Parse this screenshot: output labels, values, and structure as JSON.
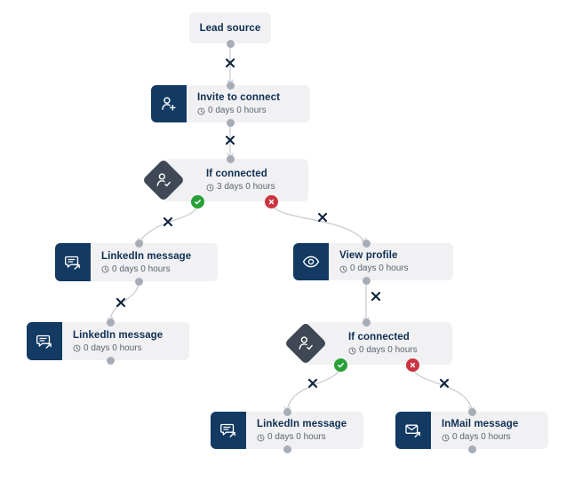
{
  "canvas": {
    "background": "#ffffff",
    "node_bg": "#f1f1f3",
    "icon_tile_color": "#123a63",
    "diamond_color": "#3f4854",
    "yes_color": "#28a038",
    "no_color": "#cc3340",
    "edge_color": "#c9ccd2",
    "title_color": "#0f2f52",
    "sub_color": "#5b6470"
  },
  "nodes": [
    {
      "id": "lead-source",
      "title": "Lead source",
      "subtitle": "",
      "icon": "",
      "type": "start"
    },
    {
      "id": "invite-to-connect",
      "title": "Invite to connect",
      "subtitle": "0 days 0 hours",
      "icon": "user-plus-icon",
      "type": "action"
    },
    {
      "id": "if-connected-1",
      "title": "If connected",
      "subtitle": "3 days 0 hours",
      "icon": "user-check-icon",
      "type": "condition"
    },
    {
      "id": "linkedin-message-1",
      "title": "LinkedIn message",
      "subtitle": "0 days 0 hours",
      "icon": "chat-bubble-arrow-icon",
      "type": "action"
    },
    {
      "id": "linkedin-message-2",
      "title": "LinkedIn message",
      "subtitle": "0 days 0 hours",
      "icon": "chat-bubble-arrow-icon",
      "type": "action"
    },
    {
      "id": "view-profile",
      "title": "View profile",
      "subtitle": "0 days 0 hours",
      "icon": "eye-icon",
      "type": "action"
    },
    {
      "id": "if-connected-2",
      "title": "If connected",
      "subtitle": "0 days 0 hours",
      "icon": "user-check-icon",
      "type": "condition"
    },
    {
      "id": "linkedin-message-3",
      "title": "LinkedIn message",
      "subtitle": "0 days 0 hours",
      "icon": "chat-bubble-arrow-icon",
      "type": "action"
    },
    {
      "id": "inmail-message",
      "title": "InMail message",
      "subtitle": "0 days 0 hours",
      "icon": "envelope-arrow-icon",
      "type": "action"
    }
  ],
  "branch_labels": {
    "yes": "yes-branch-badge",
    "no": "no-branch-badge"
  },
  "edge_markers": {
    "delete": "✕"
  }
}
